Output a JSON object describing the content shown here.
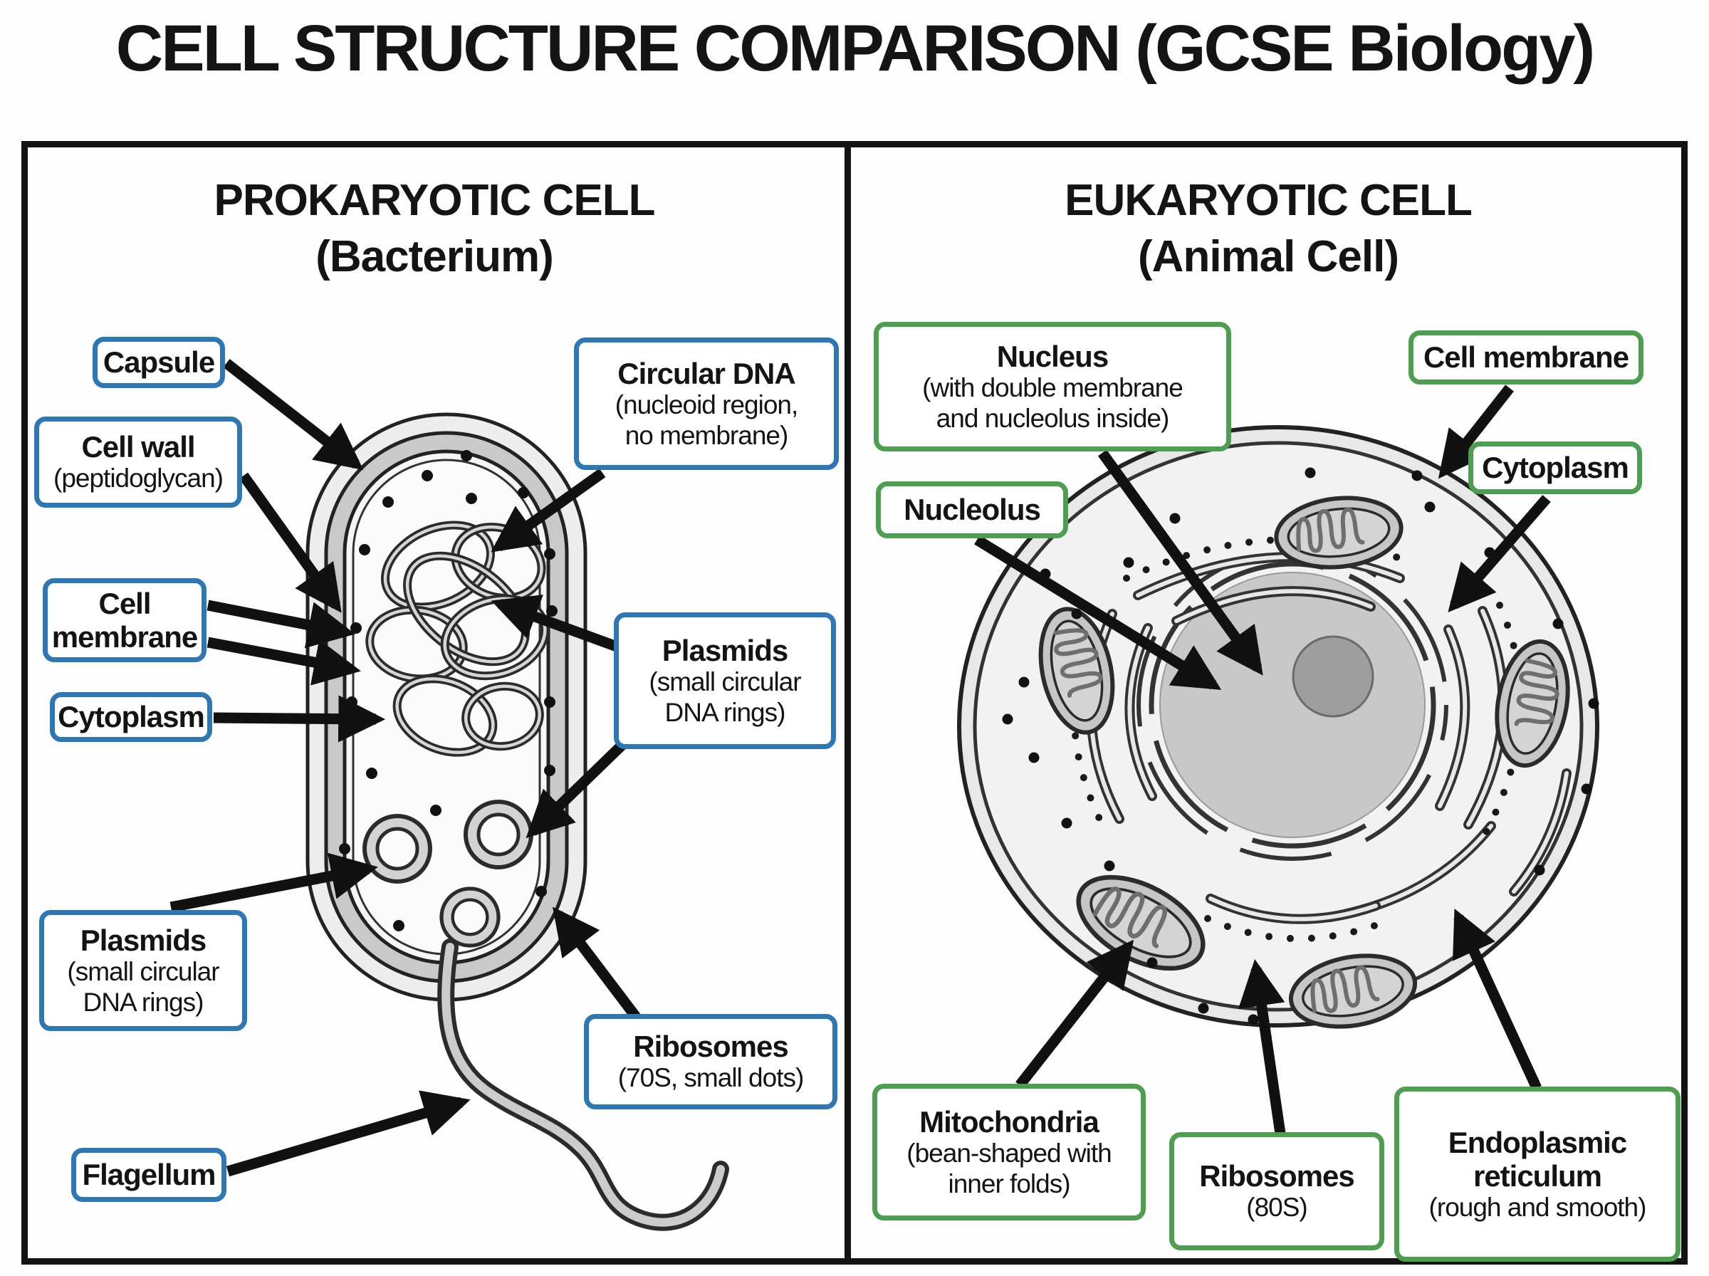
{
  "title": "CELL STRUCTURE COMPARISON (GCSE Biology)",
  "colors": {
    "prokaryote_accent": "#2e77b5",
    "eukaryote_accent": "#4d9e50",
    "ink": "#131313"
  },
  "prokaryote": {
    "heading": "PROKARYOTIC CELL",
    "subheading": "(Bacterium)",
    "labels": {
      "capsule": {
        "title": "Capsule"
      },
      "cell_wall": {
        "title": "Cell wall",
        "sub": "(peptidoglycan)"
      },
      "cell_membrane": {
        "line1": "Cell",
        "line2": "membrane"
      },
      "cytoplasm": {
        "title": "Cytoplasm"
      },
      "plasmids_left": {
        "title": "Plasmids",
        "sub1": "(small circular",
        "sub2": "DNA rings)"
      },
      "flagellum": {
        "title": "Flagellum"
      },
      "circular_dna": {
        "title": "Circular DNA",
        "sub1": "(nucleoid region,",
        "sub2": "no membrane)"
      },
      "plasmids_right": {
        "title": "Plasmids",
        "sub1": "(small circular",
        "sub2": "DNA rings)"
      },
      "ribosomes": {
        "title": "Ribosomes",
        "sub": "(70S, small dots)"
      }
    }
  },
  "eukaryote": {
    "heading": "EUKARYOTIC CELL",
    "subheading": "(Animal Cell)",
    "labels": {
      "nucleus": {
        "title": "Nucleus",
        "sub1": "(with double membrane",
        "sub2": "and nucleolus inside)"
      },
      "nucleolus": {
        "title": "Nucleolus"
      },
      "cell_membrane": {
        "title": "Cell membrane"
      },
      "cytoplasm": {
        "title": "Cytoplasm"
      },
      "mitochondria": {
        "title": "Mitochondria",
        "sub1": "(bean-shaped with",
        "sub2": "inner folds)"
      },
      "ribosomes": {
        "title": "Ribosomes",
        "sub": "(80S)"
      },
      "endoplasmic_reticulum": {
        "line1": "Endoplasmic",
        "line2": "reticulum",
        "sub": "(rough and smooth)"
      }
    }
  }
}
